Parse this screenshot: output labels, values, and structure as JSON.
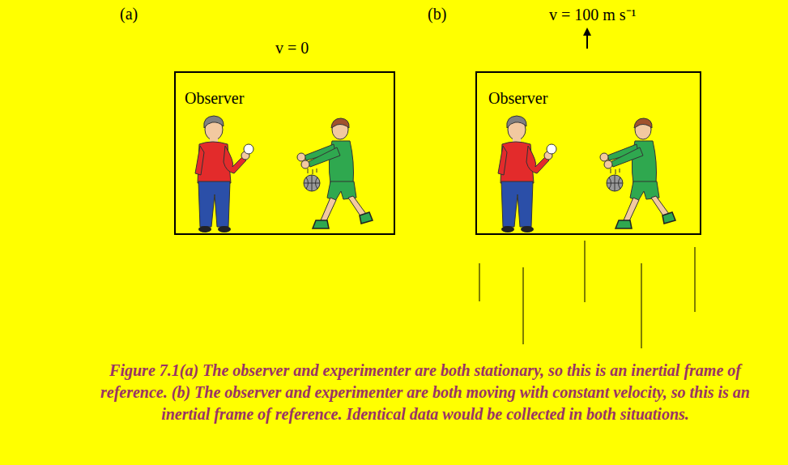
{
  "diagram": {
    "caption": "Figure 7.1(a) The observer and experimenter are both stationary, so this is an inertial frame of reference. (b) The observer and experimenter are both moving with constant velocity, so this is an inertial frame of reference. Identical data would be collected in both situations.",
    "nodes": [
      {
        "text": [
          "Observer"
        ]
      },
      {
        "text": [
          "Observer"
        ]
      }
    ],
    "labels": [
      "(a)",
      "v = 0",
      "(b)",
      "v = 100 m s⁻¹"
    ]
  }
}
